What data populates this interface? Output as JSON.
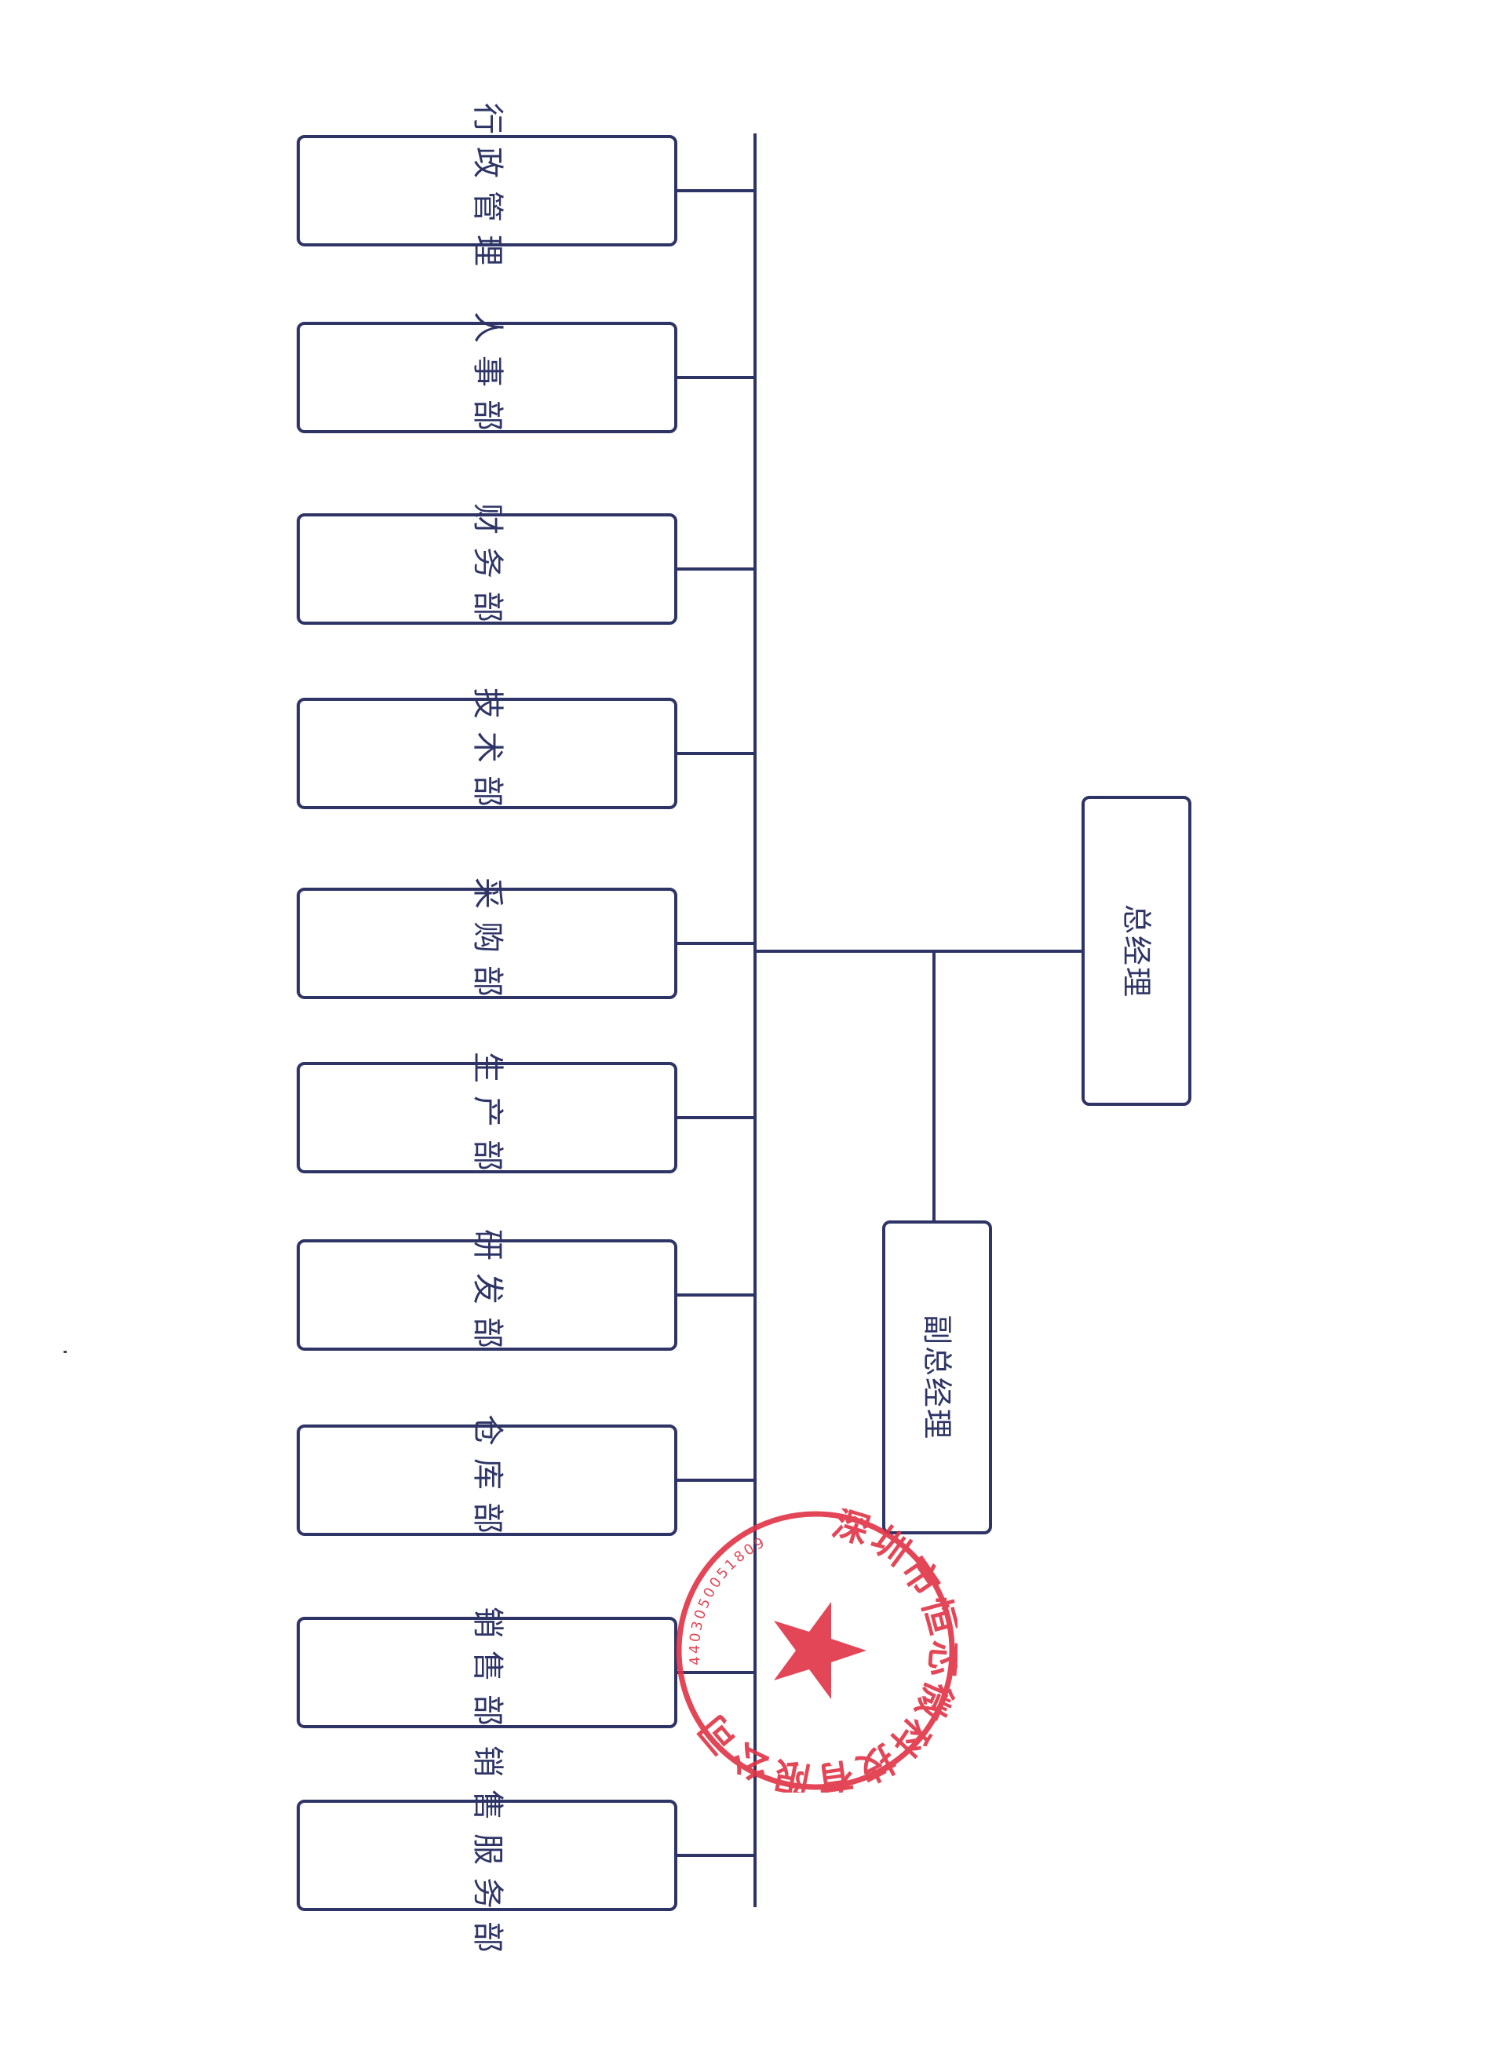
{
  "colors": {
    "line": "#2e3566",
    "seal": "#e03344"
  },
  "general_manager": {
    "label": "总经理"
  },
  "deputy_general_manager": {
    "label": "副总经理"
  },
  "departments": [
    {
      "label": "行政管理"
    },
    {
      "label": "人事部"
    },
    {
      "label": "财务部"
    },
    {
      "label": "技术部"
    },
    {
      "label": "采购部"
    },
    {
      "label": "生产部"
    },
    {
      "label": "研发部"
    },
    {
      "label": "仓库部"
    },
    {
      "label": "销售部"
    },
    {
      "label": "销售服务部"
    }
  ],
  "seal": {
    "company_name": "深圳市恒芯微科技有限公司",
    "code": "4403050051809"
  }
}
